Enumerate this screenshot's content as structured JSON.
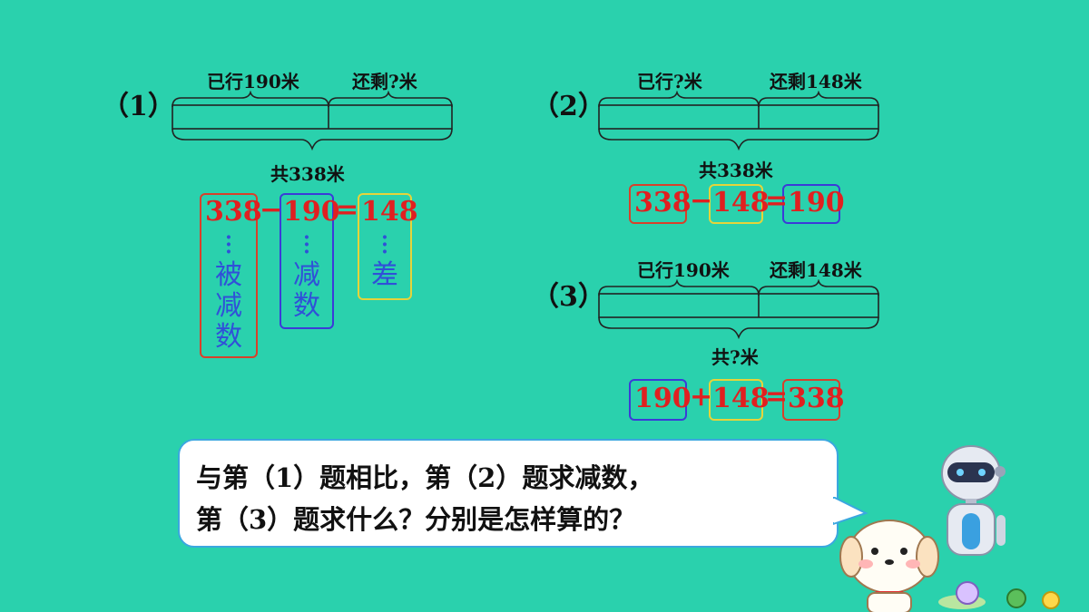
{
  "problems": [
    {
      "index": "（1）",
      "top_left": "已行190米",
      "top_right": "还剩?米",
      "bottom": "共338米",
      "equation": {
        "a": "338",
        "op": "−",
        "b": "190",
        "eq": "=",
        "c": "148"
      },
      "terms": {
        "minuend": "被减数",
        "subtrahend": "减数",
        "difference": "差"
      }
    },
    {
      "index": "（2）",
      "top_left": "已行?米",
      "top_right": "还剩148米",
      "bottom": "共338米",
      "equation": {
        "a": "338",
        "op": "−",
        "b": "148",
        "eq": "=",
        "c": "190"
      }
    },
    {
      "index": "（3）",
      "top_left": "已行190米",
      "top_right": "还剩148米",
      "bottom": "共?米",
      "equation": {
        "a": "190",
        "op": "+",
        "b": "148",
        "eq": "=",
        "c": "338"
      }
    }
  ],
  "bubble": {
    "line1": "与第（1）题相比，第（2）题求减数，",
    "line2": "第（3）题求什么？分别是怎样算的？"
  },
  "colors": {
    "background": "#2ad1ad",
    "red": "#e02020",
    "blue": "#3b3bd8",
    "yellow": "#e6d43a",
    "bubble_border": "#3ba7e0"
  }
}
